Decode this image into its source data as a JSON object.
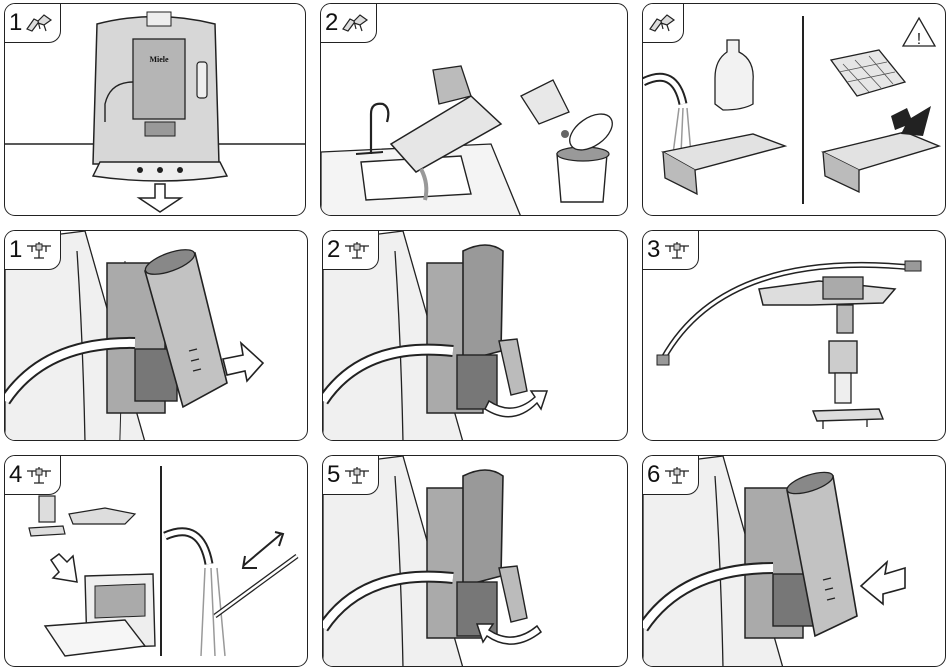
{
  "panels": [
    {
      "step": "1",
      "icon": "milk-valve-icon"
    },
    {
      "step": "2",
      "icon": "milk-valve-icon"
    },
    {
      "step": "",
      "icon": "milk-valve-icon"
    },
    {
      "step": "1",
      "icon": "milk-pipe-icon"
    },
    {
      "step": "2",
      "icon": "milk-pipe-icon"
    },
    {
      "step": "3",
      "icon": "milk-pipe-icon"
    },
    {
      "step": "4",
      "icon": "milk-pipe-icon"
    },
    {
      "step": "5",
      "icon": "milk-pipe-icon"
    },
    {
      "step": "6",
      "icon": "milk-pipe-icon"
    }
  ],
  "brand": "Miele",
  "warning_symbol": "!",
  "colors": {
    "outline": "#222222",
    "fill_light": "#f2f2f2",
    "fill_mid": "#bdbdbd",
    "fill_dark": "#8a8a8a",
    "arrow_fill": "#ffffff"
  }
}
